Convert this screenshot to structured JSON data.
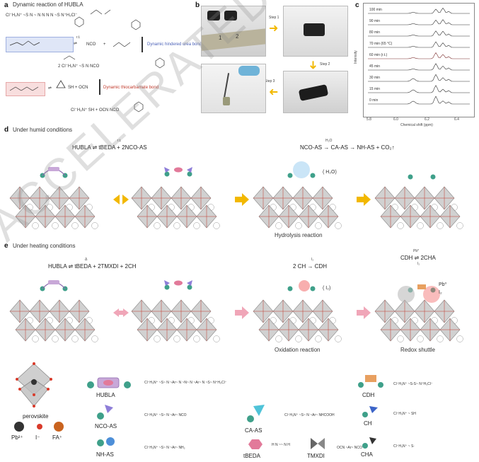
{
  "panel_a": {
    "label": "a",
    "title": "Dynamic reaction of HUBLA",
    "formula_top": "Cl⁻H₃N⁺  ~S  N  ~ N  N  N  N  ~S  N⁺H₃Cl⁻",
    "reaction_rt": "r.t.",
    "nco": "NCO",
    "hindered_bond": "Dynamic hindered urea bond",
    "thiocarbamate_bond": "Dynamic thiocarbamate bond",
    "products_1": "2 Cl⁻H₃N⁺  ~S  N   NCO",
    "sh_oc": "SH  +  OCN",
    "products_2": "Cl⁻H₃N⁺  SH  +  OCN   NCO"
  },
  "panel_b": {
    "label": "b",
    "step1": "Step 1",
    "step2": "Step 2",
    "step3": "Step 3"
  },
  "panel_c": {
    "label": "c",
    "ylabel": "Intensity",
    "xlabel": "Chemical shift (ppm)",
    "ticks": [
      "5.8",
      "6.0",
      "6.2",
      "6.4"
    ],
    "traces": [
      "100 min",
      "90 min",
      "80 min",
      "70 min  (65 °C)",
      "60 min  (r.t.)",
      "45 min",
      "30 min",
      "15 min",
      "0 min"
    ]
  },
  "panel_d": {
    "label": "d",
    "title": "Under humid conditions",
    "eq1_cond": "r.t.",
    "eq1": "HUBLA ⇌ tBEDA + 2NCO-AS",
    "eq2_cond": "H₂O",
    "eq2": "NCO-AS → CA-AS → NH-AS + CO₂↑",
    "water": "( H₂O)",
    "caption": "Hydrolysis reaction"
  },
  "panel_e": {
    "label": "e",
    "title": "Under heating conditions",
    "eq1": "HUBLA ⇌ tBEDA + 2TMXDI + 2CH",
    "eq1_cond": "Δ",
    "eq2_cond": "I₂",
    "eq2": "2 CH → CDH",
    "iodine": "( I₂)",
    "eq3_top": "Pb⁰",
    "eq3": "CDH ⇌ 2CHA",
    "eq3_cond": "I₂",
    "pb": "Pb⁰",
    "i2": "I₂",
    "caption_ox": "Oxidation reaction",
    "caption_redox": "Redox shuttle"
  },
  "legend": {
    "perovskite": "perovskite",
    "pb": "Pb²⁺",
    "i": "I⁻",
    "fa": "FA⁺",
    "hubla": "HUBLA",
    "nco_as": "NCO-AS",
    "nh_as": "NH-AS",
    "ca_as": "CA-AS",
    "tbeda": "tBEDA",
    "tmxdi": "TMXDI",
    "cdh": "CDH",
    "ch": "CH",
    "cha": "CHA",
    "hubla_formula": "Cl⁻H₃N⁺ ~S~ N ~Ar~ N ~N~ N ~Ar~ N ~S~ N⁺H₃Cl⁻",
    "nco_formula": "Cl⁻H₃N⁺ ~S~ N ~Ar~ NCO",
    "nh_formula": "Cl⁻H₃N⁺ ~S~ N ~Ar~ NH₂",
    "ca_formula": "Cl⁻H₃N⁺ ~S~ N ~Ar~ NHCOOH",
    "tbeda_formula": "H N ~~ N H",
    "tmxdi_formula": "OCN ~Ar~ NCO",
    "cdh_formula": "Cl⁻H₃N⁺ ~S-S~ N⁺H₃Cl⁻",
    "ch_formula": "Cl⁻H₃N⁺ ~ SH",
    "cha_formula": "Cl⁻H₃N⁺ ~ S·"
  },
  "watermark": "ACCELERATED ARTICLE PREVIEW",
  "colors": {
    "accent_yellow": "#f2b800",
    "accent_pink": "#f0a6b8",
    "octahedron": "#9a9a9a",
    "pb_dark": "#333333",
    "i_red": "#d93a2a",
    "fa_orange": "#c9631f",
    "teal": "#3fa08a"
  }
}
